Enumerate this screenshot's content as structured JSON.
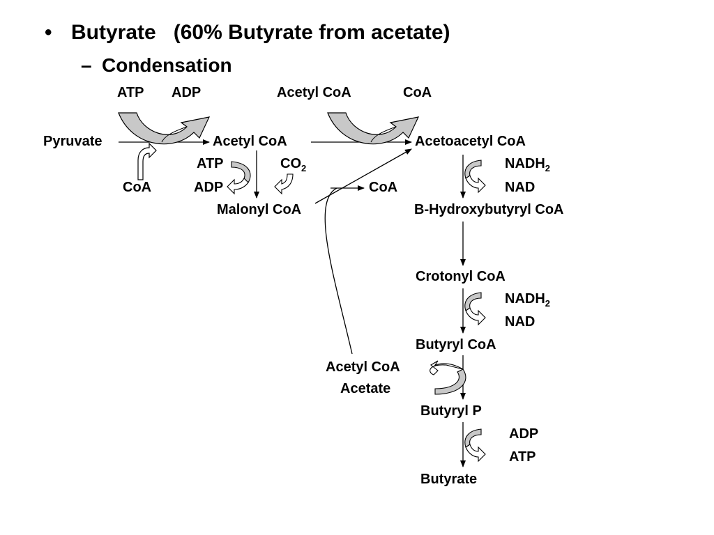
{
  "slide": {
    "bullet_symbol": "•",
    "heading": "Butyrate   (60% Butyrate from acetate)",
    "sub_dash": "–",
    "subheading": "Condensation"
  },
  "diagram": {
    "top_atp": "ATP",
    "top_adp": "ADP",
    "top_acetyl_coa": "Acetyl CoA",
    "top_coa": "CoA",
    "pyruvate": "Pyruvate",
    "acetyl_coa": "Acetyl CoA",
    "acetoacetyl_coa": "Acetoacetyl CoA",
    "coa_left": "CoA",
    "atp_mid": "ATP",
    "adp_mid": "ADP",
    "co2": "CO",
    "co2_sub": "2",
    "coa_mid": "CoA",
    "malonyl_coa": "Malonyl CoA",
    "nadh_1": "NADH",
    "nadh_1_sub": "2",
    "nad_1": "NAD",
    "b_hydroxybutyryl_coa": "B-Hydroxybutyryl CoA",
    "crotonyl_coa": "Crotonyl CoA",
    "nadh_2": "NADH",
    "nadh_2_sub": "2",
    "nad_2": "NAD",
    "butyryl_coa": "Butyryl CoA",
    "acetyl_coa_side": "Acetyl CoA",
    "acetate_side": "Acetate",
    "butyryl_p": "Butyryl P",
    "adp_bottom": "ADP",
    "atp_bottom": "ATP",
    "butyrate": "Butyrate"
  },
  "colors": {
    "curved_arrow_fill": "#c8c8c8",
    "text": "#000000"
  }
}
